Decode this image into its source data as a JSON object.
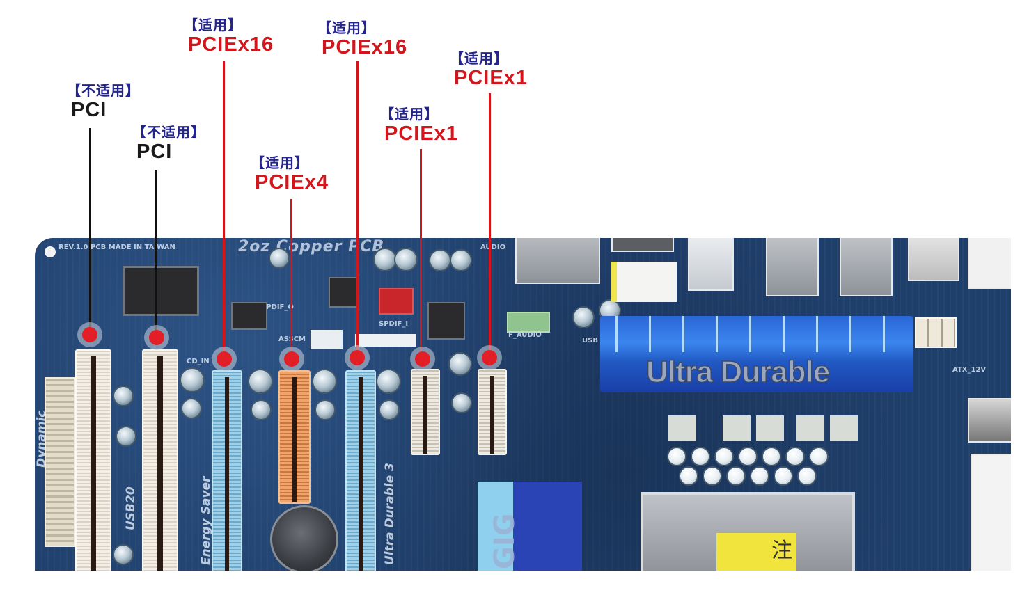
{
  "image": {
    "subject": "Motherboard expansion slot compatibility diagram",
    "background_color": "#ffffff",
    "colors": {
      "suitable_tag": "#24248f",
      "suitable_slot_text": "#d3151c",
      "unsuitable_slot_text": "#1a1a1a",
      "marker_dot": "#e21e26",
      "pcb_blue": "#1f3f6b",
      "heatsink_blue": "#2a66d6"
    }
  },
  "callouts": [
    {
      "id": "pci-1",
      "tag": "【不适用】",
      "slot": "PCI",
      "status": "not_suitable"
    },
    {
      "id": "pci-2",
      "tag": "【不适用】",
      "slot": "PCI",
      "status": "not_suitable"
    },
    {
      "id": "pcie16-1",
      "tag": "【适用】",
      "slot": "PCIEx16",
      "status": "suitable"
    },
    {
      "id": "pcie4",
      "tag": "【适用】",
      "slot": "PCIEx4",
      "status": "suitable"
    },
    {
      "id": "pcie16-2",
      "tag": "【适用】",
      "slot": "PCIEx16",
      "status": "suitable"
    },
    {
      "id": "pcie1-1",
      "tag": "【适用】",
      "slot": "PCIEx1",
      "status": "suitable"
    },
    {
      "id": "pcie1-2",
      "tag": "【适用】",
      "slot": "PCIEx1",
      "status": "suitable"
    }
  ],
  "board": {
    "silkscreen": {
      "rev": "REV.1.0  PCB MADE IN TAIWAN",
      "copper": "2oz Copper PCB",
      "spdif_o": "SPDIF_O",
      "spdif_i": "SPDIF_I",
      "cd_in": "CD_IN",
      "asscm": "ASSCM",
      "f_audio": "F_AUDIO",
      "usb": "USB",
      "audio": "AUDIO",
      "atx_12v": "ATX_12V",
      "usb20": "USB20",
      "energy_saver": "Energy Saver",
      "dynamic": "Dynamic",
      "ultra_durable_3": "Ultra Durable 3",
      "gig": "GIG"
    },
    "heatsink_label": "Ultra Durable",
    "cpu_socket_sticker": "注"
  }
}
